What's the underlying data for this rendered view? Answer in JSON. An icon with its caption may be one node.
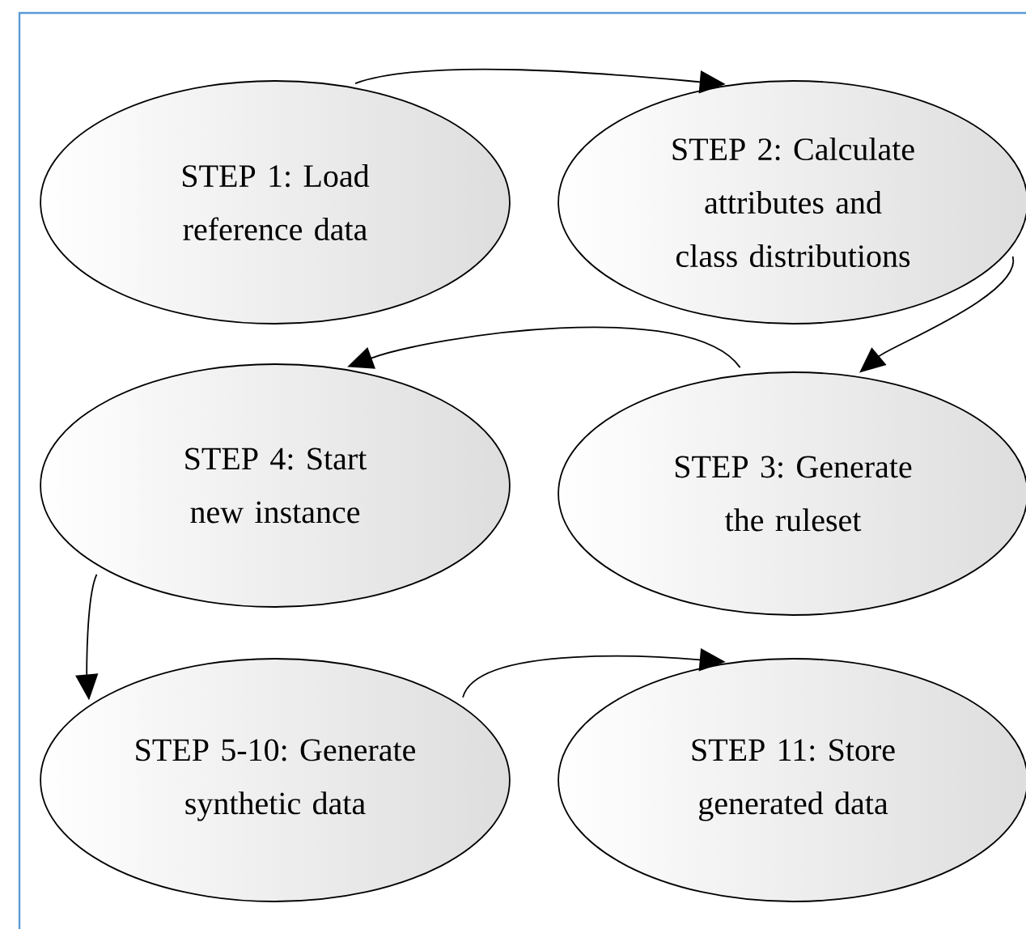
{
  "diagram": {
    "nodes": [
      {
        "text": [
          "STEP 1: Load reference data"
        ]
      },
      {
        "text": [
          "STEP 2: Calculate attributes and class distributions"
        ]
      },
      {
        "text": [
          "STEP 3: Generate the ruleset"
        ]
      },
      {
        "text": [
          "STEP 4: Start new instance"
        ]
      },
      {
        "text": [
          "STEP 5-10: Generate synthetic data"
        ]
      },
      {
        "text": [
          "STEP 11: Store generated data"
        ]
      }
    ],
    "edges": [
      {
        "from": 0,
        "to": 1,
        "arrow": "to"
      },
      {
        "from": 1,
        "to": 2,
        "arrow": "to"
      },
      {
        "from": 2,
        "to": 3,
        "arrow": "to"
      },
      {
        "from": 3,
        "to": 4,
        "arrow": "to"
      },
      {
        "from": 4,
        "to": 5,
        "arrow": "to"
      }
    ]
  }
}
